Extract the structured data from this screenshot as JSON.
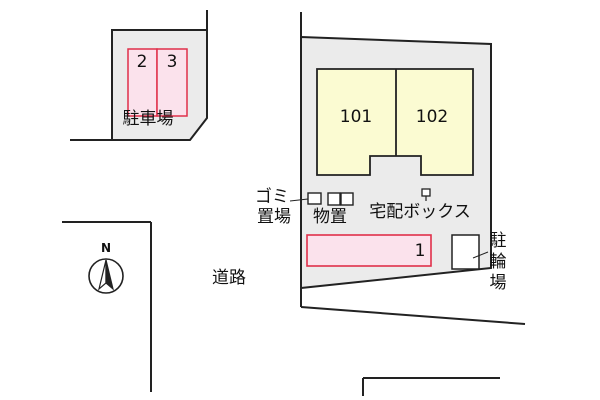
{
  "colors": {
    "site_fill": "#ebebeb",
    "building_fill": "#fbfbd2",
    "parking_fill": "#fbe2ec",
    "parking_stroke": "#e0304a",
    "line": "#222222",
    "road": "#ffffff"
  },
  "parking_lot": {
    "space_a": "2",
    "space_b": "3",
    "label": "駐車場"
  },
  "building": {
    "unit_101": "101",
    "unit_102": "102"
  },
  "garbage_area": {
    "line1": "ゴミ",
    "line2": "置場"
  },
  "storage": {
    "label": "物置"
  },
  "delivery_box": {
    "label": "宅配ボックス"
  },
  "parking_space_1": {
    "number": "1"
  },
  "bicycle_parking": {
    "char1": "駐",
    "char2": "輪",
    "char3": "場"
  },
  "road": {
    "label": "道路"
  },
  "compass": {
    "letter": "N",
    "icon": "north-arrow-icon"
  }
}
